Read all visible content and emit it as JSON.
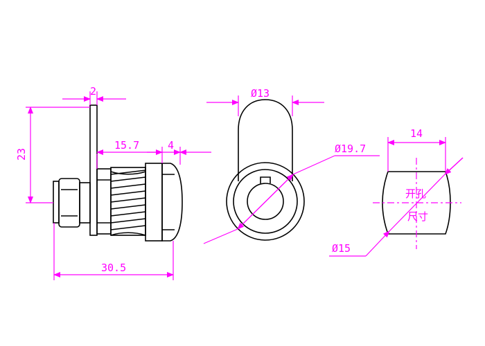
{
  "drawing": {
    "type": "technical-drawing",
    "views": [
      "side-view",
      "front-view",
      "panel-cutout-view"
    ]
  },
  "dimensions": {
    "flange_thickness": "2",
    "height": "23",
    "thread_length": "15.7",
    "head_length": "4",
    "total_length": "30.5",
    "barrel_diameter": "Ø13",
    "head_diameter": "Ø19.7",
    "cutout_width": "14",
    "cutout_diameter": "Ø15"
  },
  "cutout_label": {
    "line1": "开孔",
    "line2": "尺寸"
  },
  "colors": {
    "dimension": "#ff00ff",
    "outline": "#000000",
    "center_line": "#ff00ff"
  }
}
